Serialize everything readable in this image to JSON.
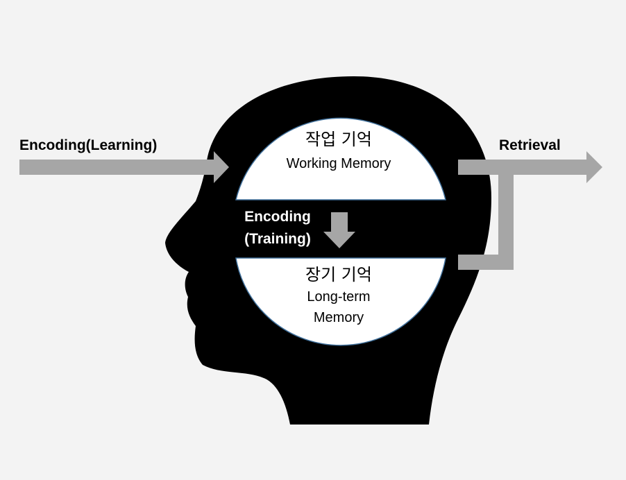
{
  "input_label": "Encoding(Learning)",
  "output_label": "Retrieval",
  "working_memory": {
    "korean": "작업 기억",
    "english": "Working Memory"
  },
  "transfer_label": {
    "line1": "Encoding",
    "line2": "(Training)"
  },
  "long_term_memory": {
    "korean": "장기 기억",
    "english_line1": "Long-term",
    "english_line2": "Memory"
  },
  "colors": {
    "background": "#f3f3f3",
    "head": "#000000",
    "arrow": "#a6a6a6",
    "memory_fill": "#ffffff",
    "memory_outline": "#41719c"
  }
}
